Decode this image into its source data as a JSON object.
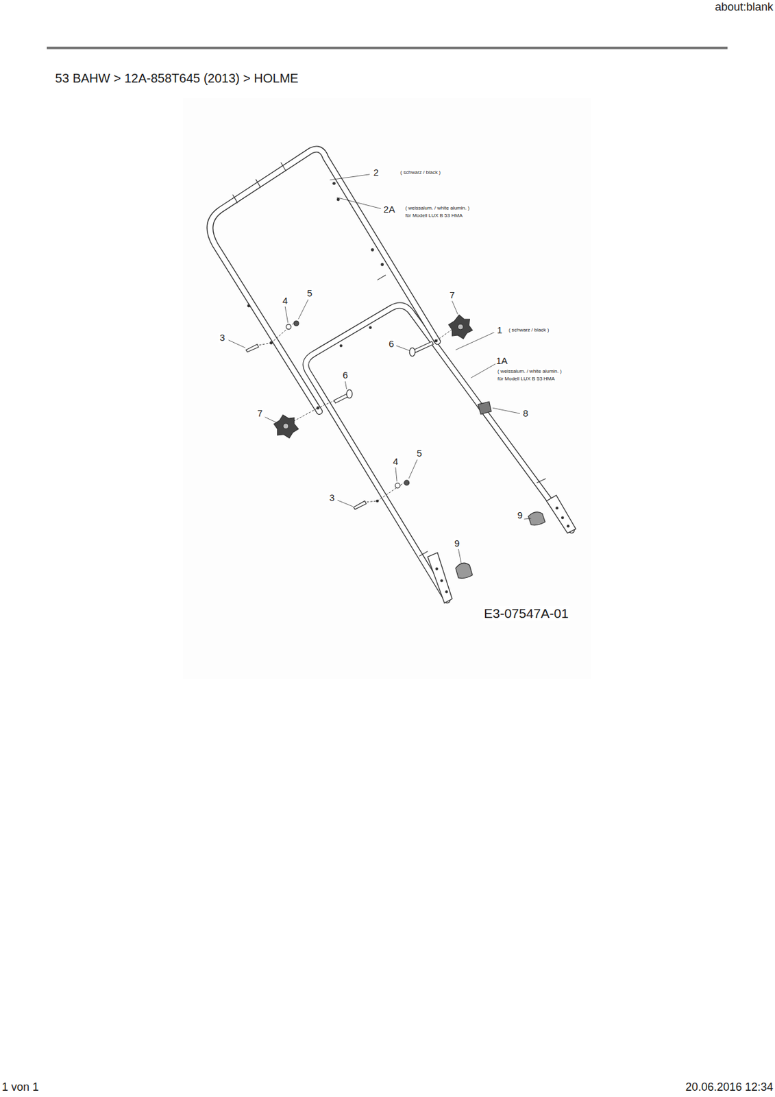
{
  "diagram": {
    "title": "53 BAHW  >  12A-858T645 (2013)  >  HOLME",
    "labels": [
      "about:blank",
      "2",
      "( schwarz / black )",
      "2A",
      "( weissalum. / white alumin. )",
      "für Modell LUX B 53 HMA",
      "5",
      "4",
      "3",
      "7",
      "1",
      "( schwarz / black )",
      "6",
      "1A",
      "( weissalum. / white alumin. )",
      "für Modell LUX B 53 HMA",
      "6",
      "7",
      "8",
      "4",
      "5",
      "3",
      "9",
      "9",
      "E3-07547A-01",
      "1 von 1",
      "20.06.2016 12:34"
    ]
  }
}
